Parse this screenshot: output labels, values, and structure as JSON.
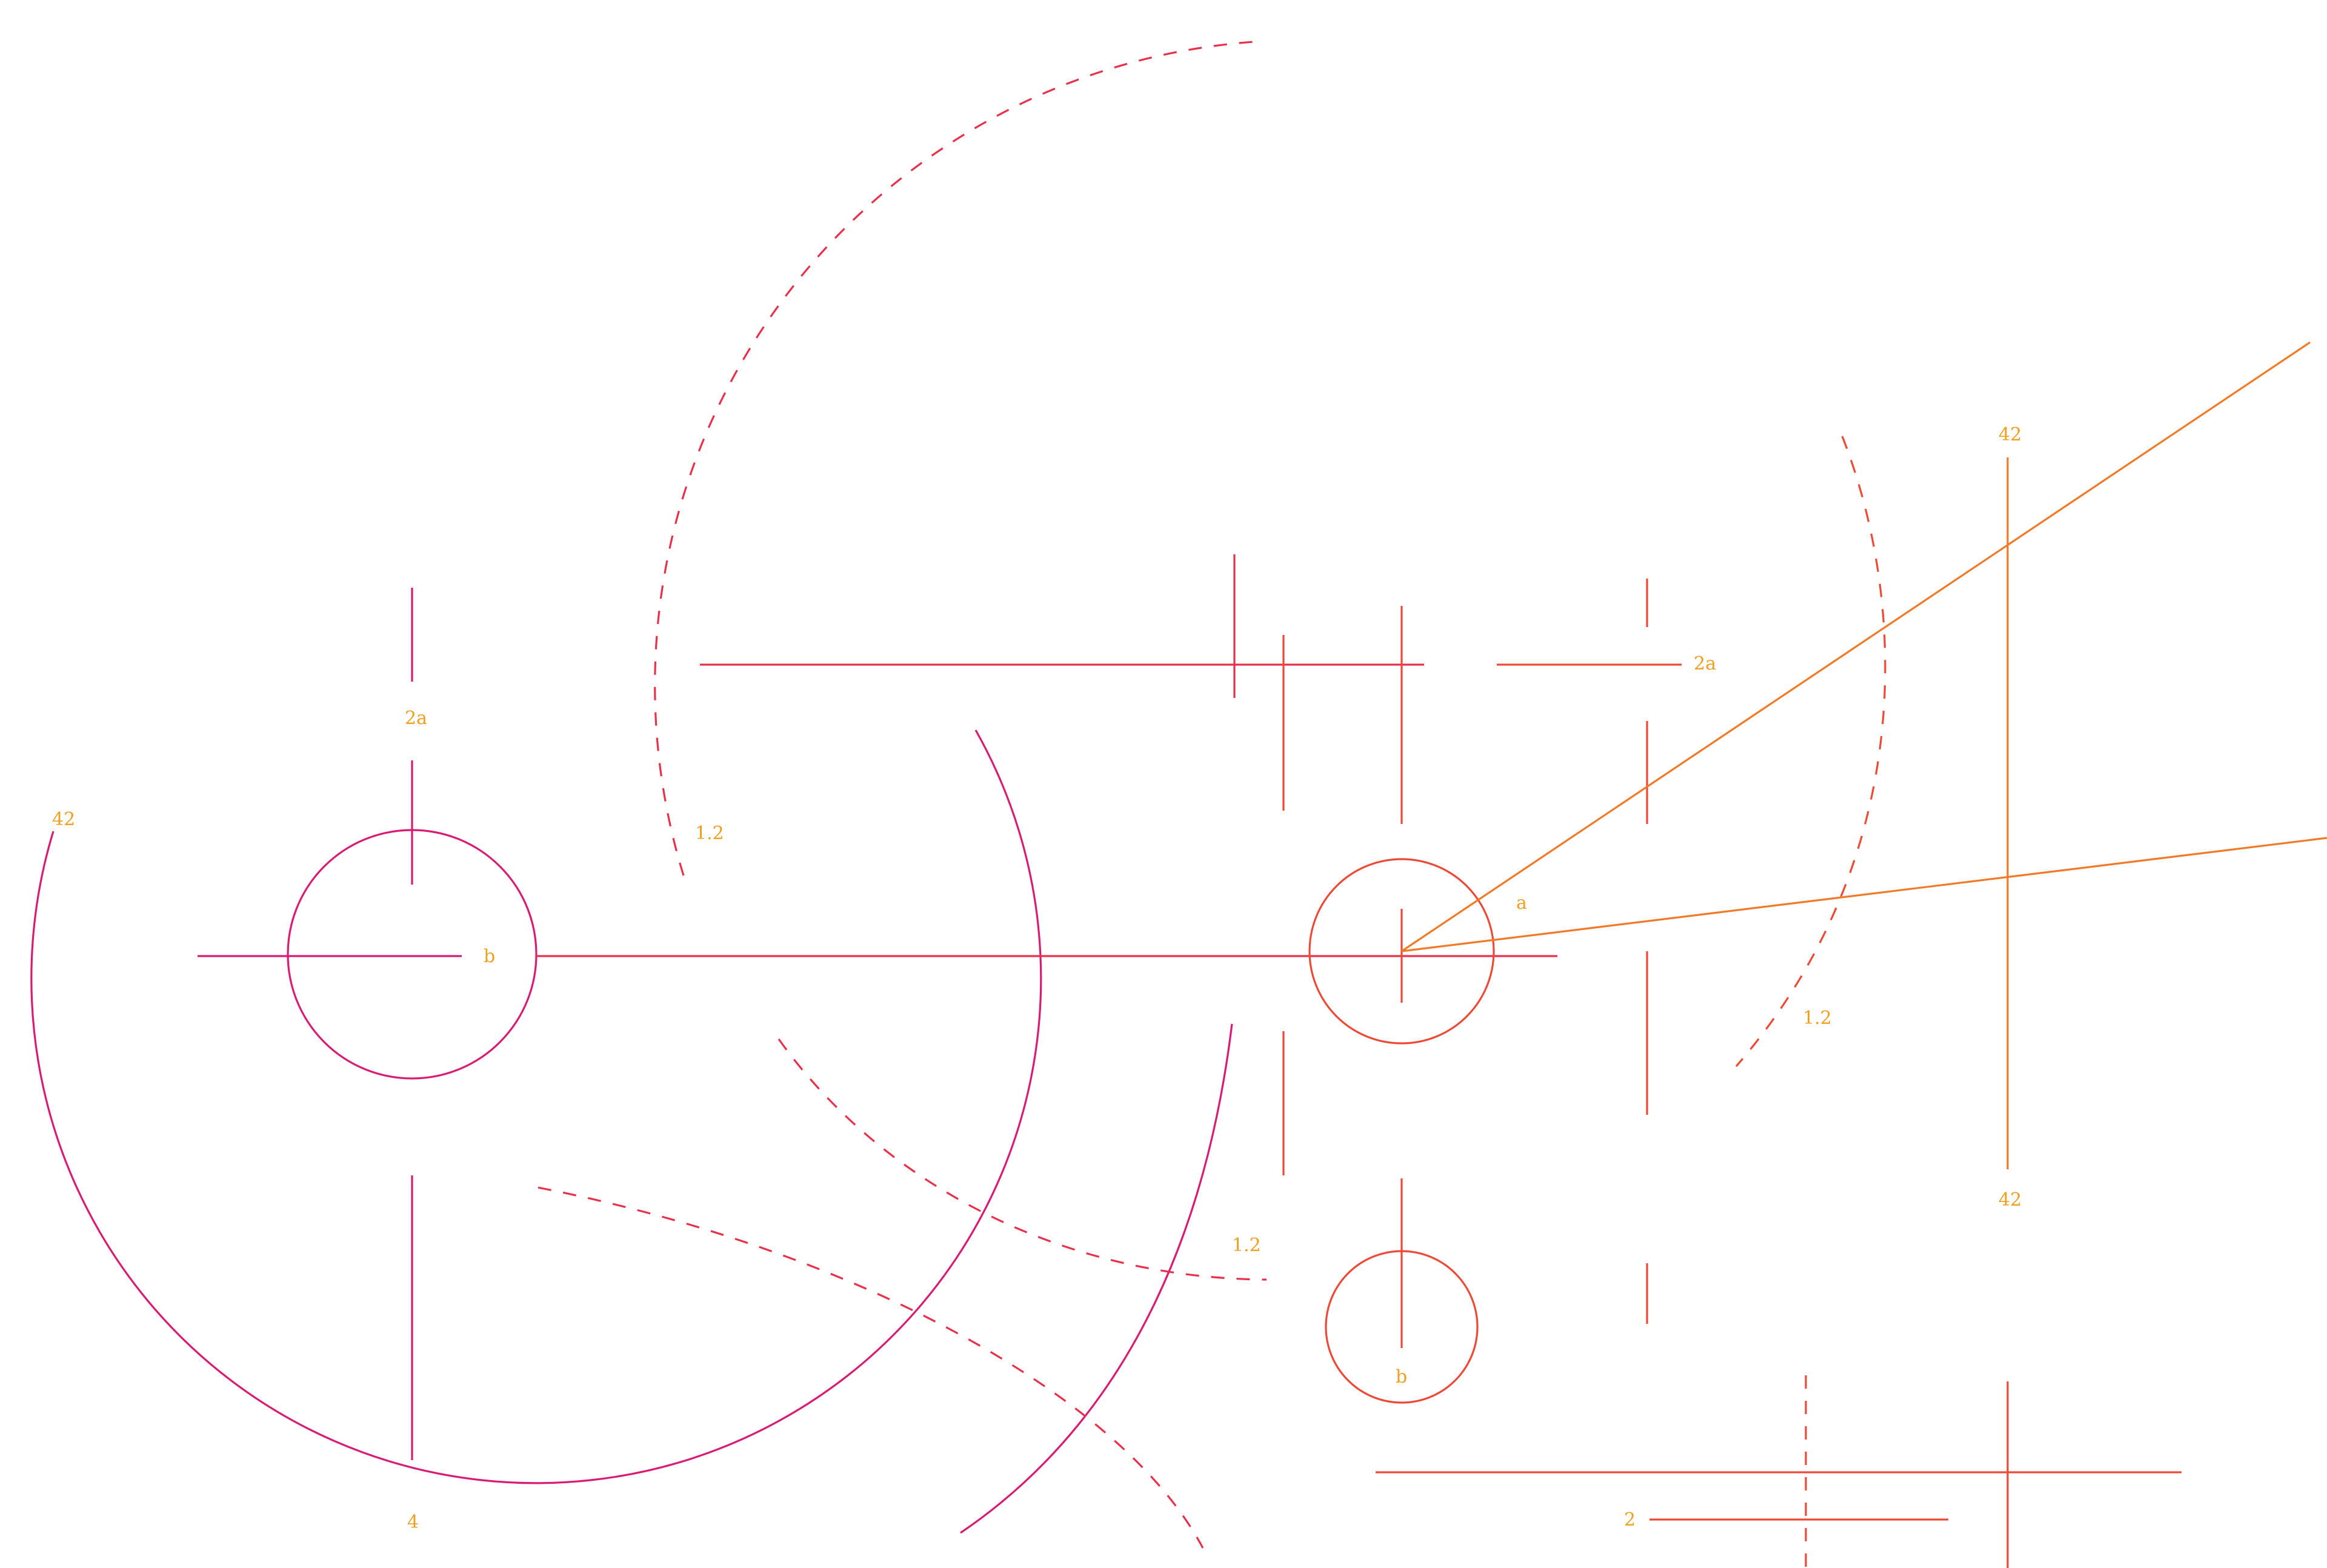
{
  "colors": {
    "magenta": "#d81b73",
    "crimson": "#e8304a",
    "red_orange": "#ec4a36",
    "orange": "#f07a28",
    "label": "#f0a020",
    "background": "#ffffff"
  },
  "labels": {
    "left_top_2a": "2a",
    "left_42": "42",
    "left_b": "b",
    "left_bottom_4": "4",
    "dashed_top_12": "1.2",
    "dashed_bottom_12": "1.2",
    "right_dashed_12": "1.2",
    "angle_a": "a",
    "right_2a": "2a",
    "center_b": "b",
    "right_top_42": "42",
    "right_bottom_42": "42",
    "bottom_2": "2"
  }
}
